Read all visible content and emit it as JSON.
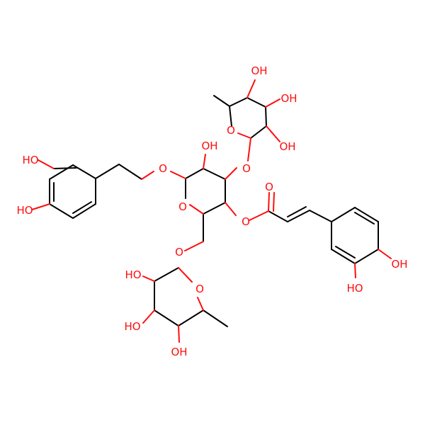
{
  "colors": {
    "carbon": "#000000",
    "oxygen": "#ff0d0d",
    "background": "#ffffff"
  },
  "labels": {
    "oh_1": "OH",
    "oh_2": "OH",
    "oh_3": "OH",
    "ho_4": "HO",
    "ho_5": "HO",
    "oh_6": "OH",
    "o_7": "O",
    "o_8": "O",
    "o_9": "O",
    "o_10": "O",
    "o_11": "O",
    "o_12": "O",
    "o_13": "O",
    "o_14": "O",
    "oh_15": "OH",
    "ho_16": "HO",
    "ho_17": "HO",
    "ho_18": "HO",
    "oh_19": "OH"
  }
}
